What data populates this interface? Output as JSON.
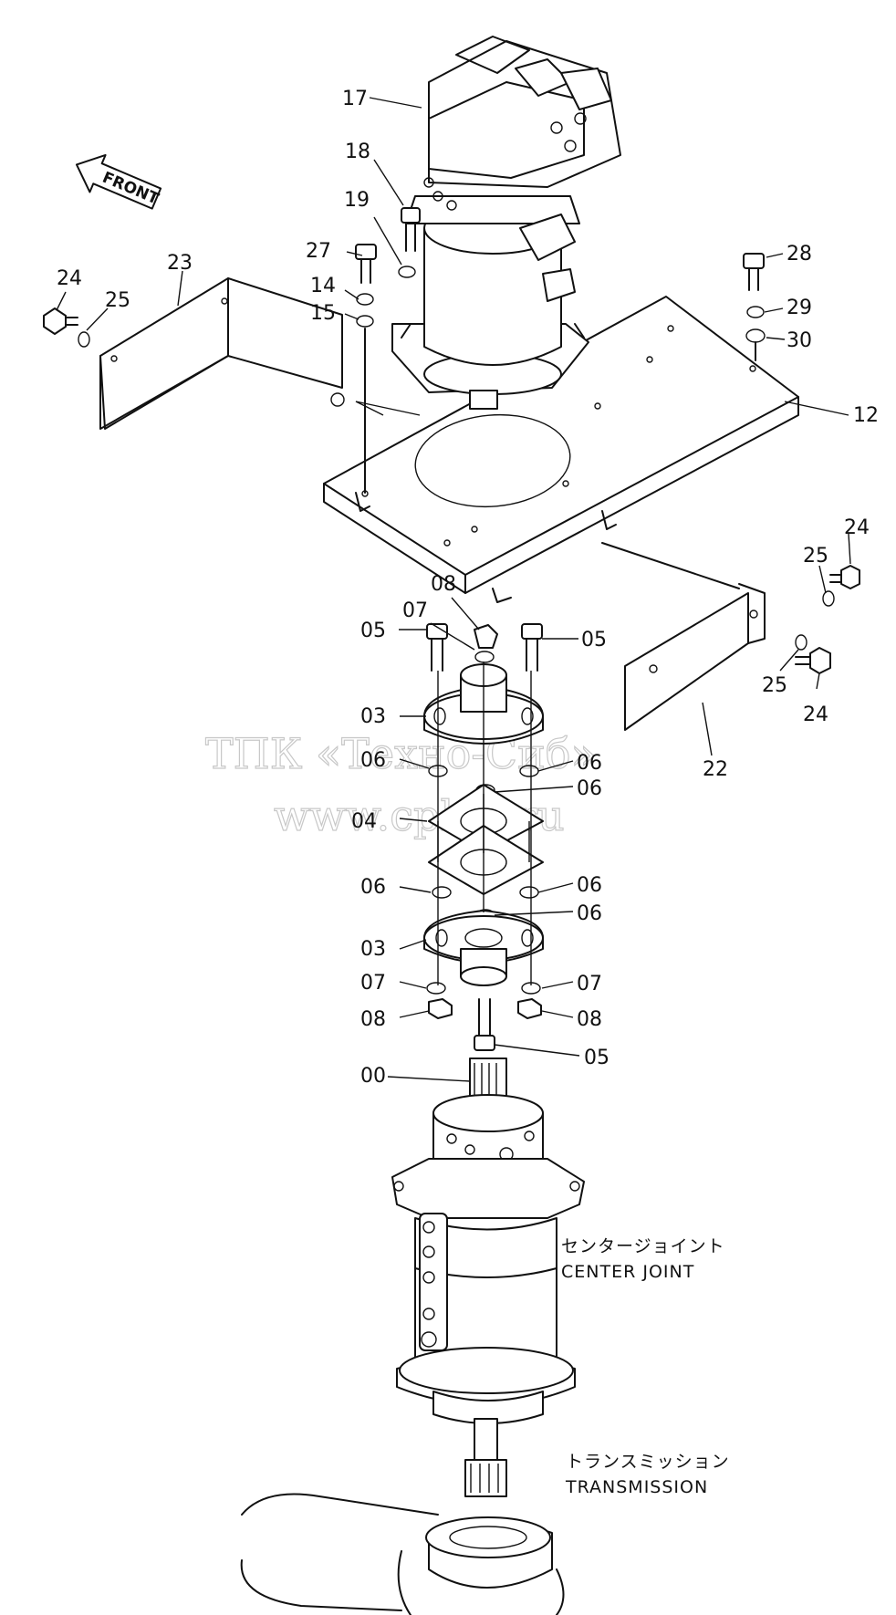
{
  "direction": "FRONT",
  "watermark": {
    "line1": "ТПК «Техно-Сиб»",
    "line2": "www.cpkts.ru"
  },
  "callouts": [
    {
      "id": "c17",
      "text": "17"
    },
    {
      "id": "c18",
      "text": "18"
    },
    {
      "id": "c19",
      "text": "19"
    },
    {
      "id": "c27",
      "text": "27"
    },
    {
      "id": "c14",
      "text": "14"
    },
    {
      "id": "c15",
      "text": "15"
    },
    {
      "id": "c23",
      "text": "23"
    },
    {
      "id": "c24a",
      "text": "24"
    },
    {
      "id": "c25a",
      "text": "25"
    },
    {
      "id": "c28",
      "text": "28"
    },
    {
      "id": "c29",
      "text": "29"
    },
    {
      "id": "c30",
      "text": "30"
    },
    {
      "id": "c12",
      "text": "12"
    },
    {
      "id": "c24b",
      "text": "24"
    },
    {
      "id": "c25b",
      "text": "25"
    },
    {
      "id": "c25c",
      "text": "25"
    },
    {
      "id": "c24c",
      "text": "24"
    },
    {
      "id": "c22",
      "text": "22"
    },
    {
      "id": "c08a",
      "text": "08"
    },
    {
      "id": "c07a",
      "text": "07"
    },
    {
      "id": "c05a",
      "text": "05"
    },
    {
      "id": "c05b",
      "text": "05"
    },
    {
      "id": "c03a",
      "text": "03"
    },
    {
      "id": "c06a",
      "text": "06"
    },
    {
      "id": "c06b",
      "text": "06"
    },
    {
      "id": "c06c",
      "text": "06"
    },
    {
      "id": "c04",
      "text": "04"
    },
    {
      "id": "c06d",
      "text": "06"
    },
    {
      "id": "c06e",
      "text": "06"
    },
    {
      "id": "c06f",
      "text": "06"
    },
    {
      "id": "c03b",
      "text": "03"
    },
    {
      "id": "c07b",
      "text": "07"
    },
    {
      "id": "c07c",
      "text": "07"
    },
    {
      "id": "c08b",
      "text": "08"
    },
    {
      "id": "c08c",
      "text": "08"
    },
    {
      "id": "c05c",
      "text": "05"
    },
    {
      "id": "c00",
      "text": "00"
    }
  ],
  "captions": {
    "center_joint_jp": "センタージョイント",
    "center_joint_en": "CENTER  JOINT",
    "transmission_jp": "トランスミッション",
    "transmission_en": "TRANSMISSION"
  }
}
